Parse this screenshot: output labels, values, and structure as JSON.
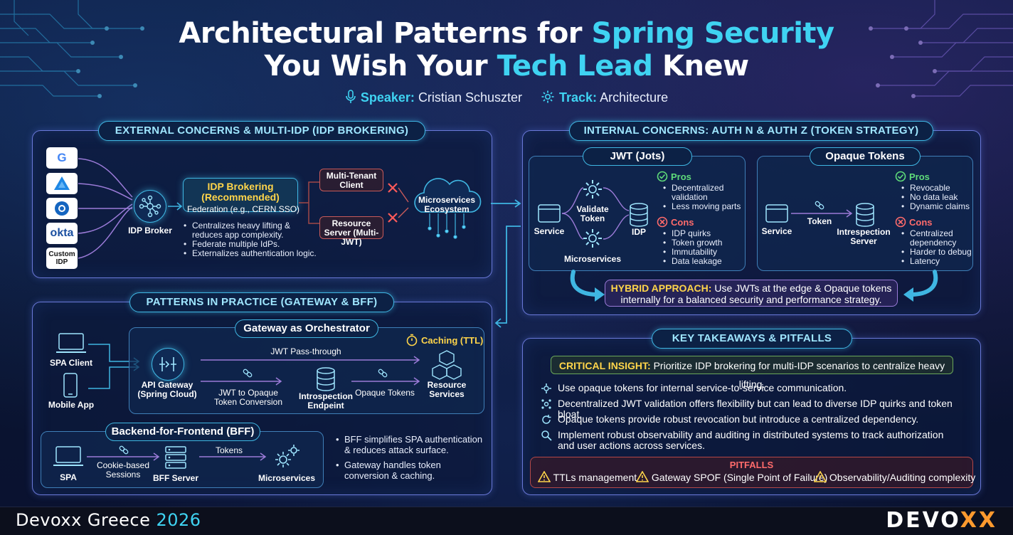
{
  "header": {
    "title_line1_a": "Architectural Patterns for ",
    "title_line1_b": "Spring Security",
    "title_line2_a": "You Wish Your ",
    "title_line2_b": "Tech Lead",
    "title_line2_c": " Knew",
    "speaker_label": "Speaker:",
    "speaker_name": "Cristian Schuszter",
    "track_label": "Track:",
    "track_name": "Architecture"
  },
  "external": {
    "title": "EXTERNAL CONCERNS & MULTI-IDP (IDP BROKERING)",
    "idps": [
      "G",
      "okta",
      "Custom IDP"
    ],
    "broker_label": "IDP Broker",
    "brokering_title": "IDP Brokering (Recommended)",
    "brokering_sub": "Federation (e.g., CERN SSO)",
    "multi_tenant": "Multi-Tenant Client",
    "resource_server": "Resource Server (Multi-JWT)",
    "microservices": "Microservices Ecosystem",
    "bullets": [
      "Centralizes heavy lifting & reduces app complexity.",
      "Federate multiple IdPs.",
      "Externalizes authentication logic."
    ]
  },
  "internal": {
    "title": "INTERNAL CONCERNS: AUTH N & AUTH Z (TOKEN STRATEGY)",
    "jwt": {
      "title": "JWT (Jots)",
      "service": "Service",
      "validate": "Validate Token",
      "idp": "IDP",
      "microservices": "Microservices",
      "pros_label": "Pros",
      "pros": [
        "Decentralized validation",
        "Less moving parts"
      ],
      "cons_label": "Cons",
      "cons": [
        "IDP quirks",
        "Token growth",
        "Immutability",
        "Data leakage"
      ]
    },
    "opaque": {
      "title": "Opaque Tokens",
      "service": "Service",
      "token": "Token",
      "introspection": "Intrespection Server",
      "pros_label": "Pros",
      "pros": [
        "Revocable",
        "No data leak",
        "Dynamic claims"
      ],
      "cons_label": "Cons",
      "cons": [
        "Centralized dependency",
        "Harder to debug",
        "Latency"
      ]
    },
    "hybrid_label": "HYBRID APPROACH:",
    "hybrid_text_1": " Use JWTs at the edge & Opaque tokens",
    "hybrid_text_2": "internally for a balanced security and performance strategy."
  },
  "practice": {
    "title": "PATTERNS IN PRACTICE (GATEWAY & BFF)",
    "spa_client": "SPA Client",
    "mobile_app": "Mobile App",
    "gateway_title": "Gateway as Orchestrator",
    "caching": "Caching (TTL)",
    "api_gateway": "API Gateway (Spring Cloud)",
    "jwt_passthrough": "JWT Pass-through",
    "jwt_to_opaque": "JWT to Opaque Token Conversion",
    "introspection_endpoint": "Introspection Endpeint",
    "opaque_tokens": "Opaque Tokens",
    "resource_services": "Resource Services",
    "bff_title": "Backend-for-Frontend (BFF)",
    "spa": "SPA",
    "cookie_sessions": "Cookie-based Sessions",
    "bff_server": "BFF Server",
    "tokens": "Tokens",
    "bff_microservices": "Microservices",
    "bullets": [
      "BFF simplifies SPA authentication & reduces attack surface.",
      "Gateway handles token conversion & caching."
    ]
  },
  "takeaways": {
    "title": "KEY TAKEAWAYS & PITFALLS",
    "insight_label": "CRITICAL INSIGHT:",
    "insight_text": " Prioritize IDP brokering for multi-IDP scenarios to centralize heavy lifting.",
    "items": [
      "Use opaque tokens for internal service-to-service communication.",
      "Decentralized JWT validation offers flexibility but can lead to diverse IDP quirks and token bloat.",
      "Opaque tokens provide robust revocation but introduce a centralized dependency.",
      "Implement robust observability and auditing in distributed systems to track authorization and user actions across services."
    ],
    "pitfalls_title": "PITFALLS",
    "pitfalls": [
      "TTLs management",
      "Gateway SPOF (Single Point of Failure)",
      "Observability/Auditing complexity"
    ]
  },
  "footer": {
    "event_a": "Devoxx Greece ",
    "event_year": "2026",
    "logo_a": "DEVO",
    "logo_b": "XX"
  },
  "colors": {
    "accent": "#3fd3f2",
    "panel_border": "#6a78d8",
    "highlight_yellow": "#ffd54a",
    "pros_green": "#5fdc7a",
    "cons_red": "#ff6b6b",
    "logo_orange": "#ff9a2e"
  }
}
